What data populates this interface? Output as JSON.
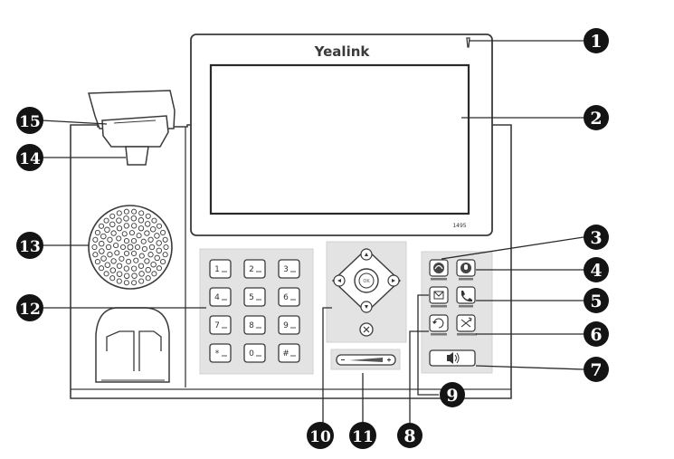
{
  "phone": {
    "brand": "Yealink",
    "model": "1495"
  },
  "keypad": {
    "keys": [
      "1",
      "2",
      "3",
      "4",
      "5",
      "6",
      "7",
      "8",
      "9",
      "*",
      "0",
      "#"
    ]
  },
  "nav_cluster": {
    "center_label": "OK"
  },
  "callouts": [
    {
      "id": "c1",
      "label": "1",
      "part": "power-indicator-led"
    },
    {
      "id": "c2",
      "label": "2",
      "part": "touch-screen"
    },
    {
      "id": "c3",
      "label": "3",
      "part": "headset-key"
    },
    {
      "id": "c4",
      "label": "4",
      "part": "mute-key"
    },
    {
      "id": "c5",
      "label": "5",
      "part": "hold-key"
    },
    {
      "id": "c6",
      "label": "6",
      "part": "transfer-key"
    },
    {
      "id": "c7",
      "label": "7",
      "part": "speakerphone-key"
    },
    {
      "id": "c8",
      "label": "8",
      "part": "redial-key"
    },
    {
      "id": "c9",
      "label": "9",
      "part": "message-key"
    },
    {
      "id": "c10",
      "label": "10",
      "part": "navigation-keys"
    },
    {
      "id": "c11",
      "label": "11",
      "part": "volume-key"
    },
    {
      "id": "c12",
      "label": "12",
      "part": "keypad"
    },
    {
      "id": "c13",
      "label": "13",
      "part": "speaker"
    },
    {
      "id": "c14",
      "label": "14",
      "part": "reversible-tab"
    },
    {
      "id": "c15",
      "label": "15",
      "part": "hookswitch"
    }
  ],
  "colors": {
    "outline": "#3a3a3a",
    "body_fill": "#ffffff",
    "panel_fill": "#e3e3e3",
    "label_fill": "#141414"
  }
}
